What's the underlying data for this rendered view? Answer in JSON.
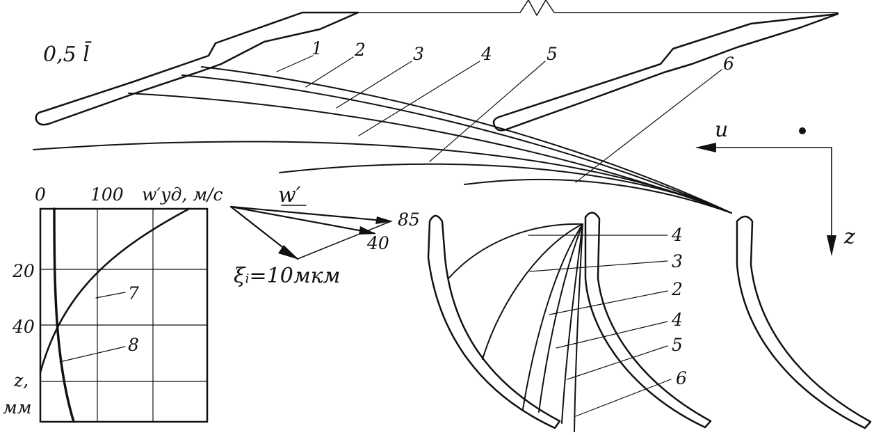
{
  "top_label": "0,5 l̄",
  "trajectory_labels_top": [
    "1",
    "2",
    "3",
    "4",
    "5",
    "6"
  ],
  "trajectory_labels_bottom": [
    "4",
    "3",
    "2",
    "4",
    "5",
    "6"
  ],
  "axes": {
    "u": "u",
    "z": "z"
  },
  "inset_chart": {
    "x_ticks": [
      "0",
      "100"
    ],
    "x_axis_label": "w′уд, м/с",
    "y_ticks": [
      "20",
      "40"
    ],
    "y_axis_label_line1": "z,",
    "y_axis_label_line2": "мм",
    "curve_labels": [
      "7",
      "8"
    ]
  },
  "vector_diagram": {
    "w_label": "w′",
    "size_labels": [
      "85",
      "40"
    ],
    "xi_label": "ξᵢ=10мкм"
  },
  "colors": {
    "ink": "#111111",
    "paper": "#ffffff"
  }
}
